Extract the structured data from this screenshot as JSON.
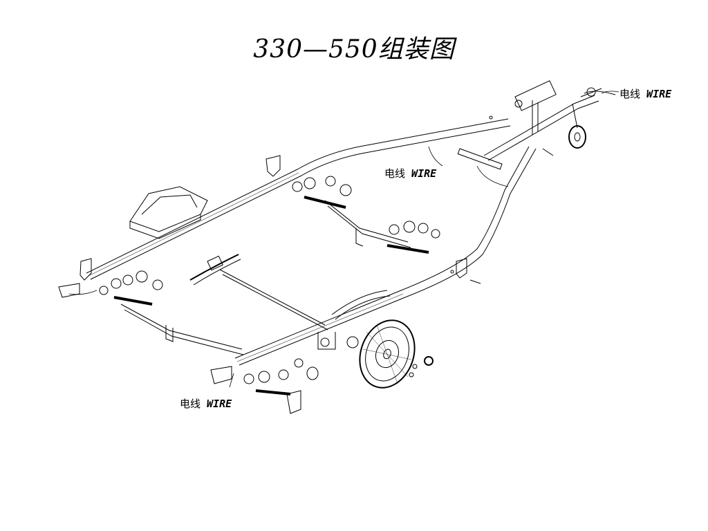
{
  "title": "330—550组装图",
  "labels": [
    {
      "cn": "电线",
      "en": "WIRE"
    },
    {
      "cn": "电线",
      "en": "WIRE"
    },
    {
      "cn": "电线",
      "en": "WIRE"
    }
  ],
  "colors": {
    "line": "#000000",
    "background": "#ffffff"
  }
}
